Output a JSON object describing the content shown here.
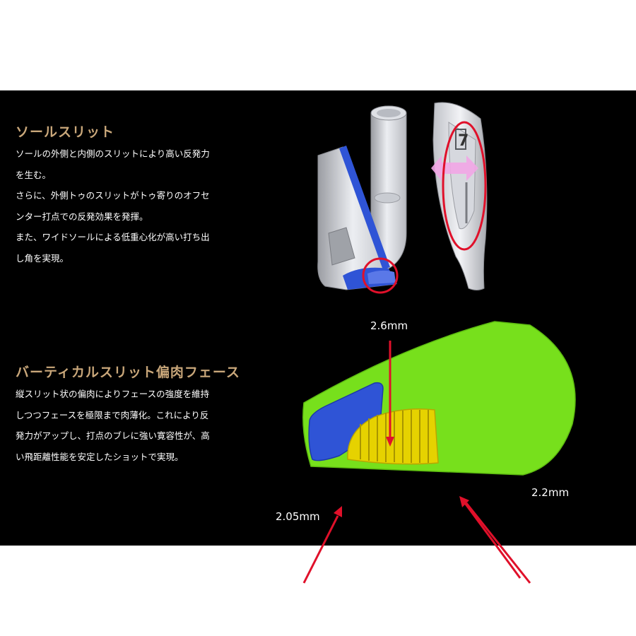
{
  "section1": {
    "title": "ソールスリット",
    "body": "ソールの外側と内側のスリットにより高い反発力\nを生む。\nさらに、外側トゥのスリットがトゥ寄りのオフセ\nンター打点での反発効果を発揮。\nまた、ワイドソールによる低重心化が高い打ち出\nし角を実現。"
  },
  "section2": {
    "title": "バーティカルスリット偏肉フェース",
    "body": "縦スリット状の偏肉によりフェースの強度を維持\nしつつフェースを極限まで肉薄化。これにより反\n発力がアップし、打点のブレに強い寛容性が、高\nい飛距離性能を安定したショットで実現。"
  },
  "iron_badge": "7",
  "face_diagram": {
    "label_center": "2.6mm",
    "label_right": "2.2mm",
    "label_left": "2.05mm"
  },
  "colors": {
    "heading": "#c9a77a",
    "face_green": "#77e01c",
    "sole_blue": "#2f54d6",
    "slit_yellow": "#e6d200",
    "highlight_red": "#e0102a",
    "arrow_pink": "#f2a6e6"
  }
}
